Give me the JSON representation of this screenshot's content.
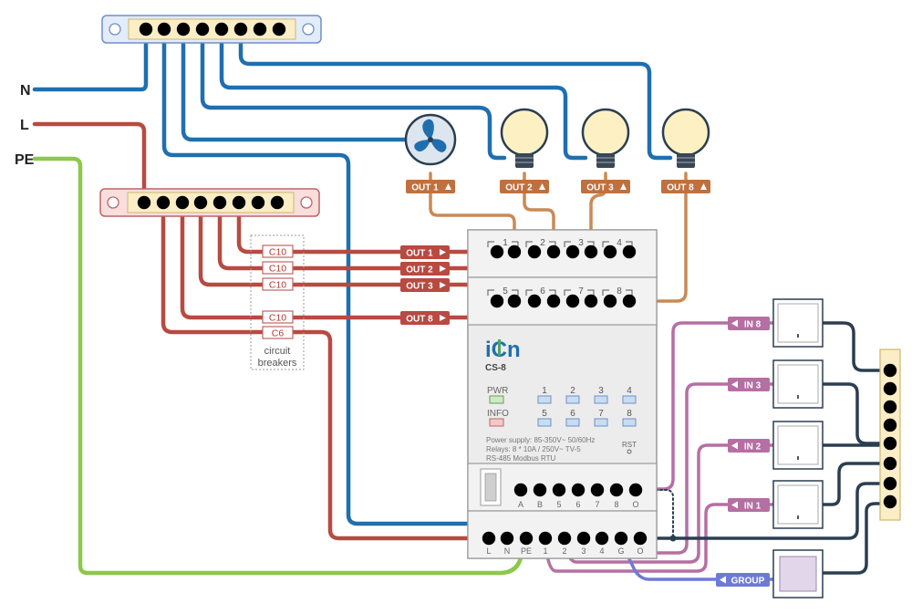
{
  "mains": {
    "n_label": "N",
    "l_label": "L",
    "pe_label": "PE"
  },
  "outputs": {
    "out1": "OUT 1",
    "out2": "OUT 2",
    "out3": "OUT 3",
    "out8": "OUT 8"
  },
  "breakers": {
    "items": [
      "C10",
      "C10",
      "C10",
      "C10",
      "C6"
    ],
    "caption_line1": "circuit",
    "caption_line2": "breakers"
  },
  "inputs": {
    "in8": "IN 8",
    "in3": "IN 3",
    "in2": "IN 2",
    "in1": "IN 1",
    "group": "GROUP"
  },
  "device": {
    "logo": "iCn",
    "model": "CS-8",
    "pwr_label": "PWR",
    "info_label": "INFO",
    "channels": [
      "1",
      "2",
      "3",
      "4",
      "5",
      "6",
      "7",
      "8"
    ],
    "spec_line1": "Power supply: 85-350V~ 50/60Hz",
    "spec_line2": "Relays: 8 * 10A / 250V~ TV-5",
    "spec_line3": "RS-485 Modbus RTU",
    "rst_label": "RST",
    "top_groups": [
      "1",
      "2",
      "3",
      "4"
    ],
    "mid_groups": [
      "5",
      "6",
      "7",
      "8"
    ],
    "input_row_labels": [
      "A",
      "B",
      "5",
      "6",
      "7",
      "8",
      "O"
    ],
    "bottom_row_labels": [
      "L",
      "N",
      "PE",
      "1",
      "2",
      "3",
      "4",
      "G",
      "O"
    ]
  },
  "colors": {
    "neutral_wire": "#1f6fb0",
    "line_wire": "#b84a42",
    "earth_wire": "#8cc84b",
    "load_wire": "#c98a55",
    "input_wire": "#b56fa3",
    "common_wire": "#2b3e50",
    "group_wire": "#6d7bd6"
  }
}
